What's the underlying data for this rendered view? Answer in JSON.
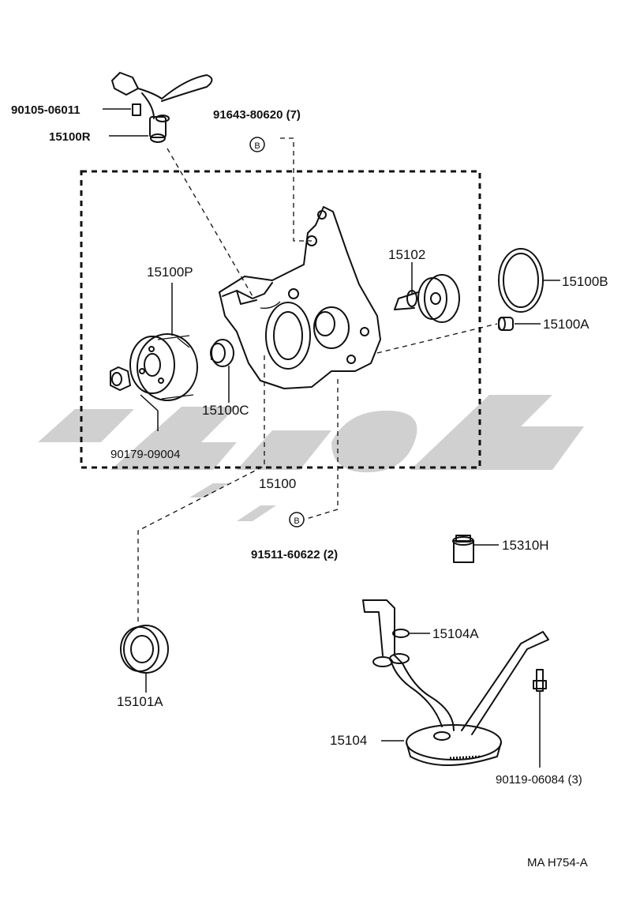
{
  "diagram": {
    "parts": {
      "p90105": "90105-06011",
      "p15100R": "15100R",
      "p91643": "91643-80620 (7)",
      "p15102": "15102",
      "p15100P": "15100P",
      "p15100B": "15100B",
      "p15100A": "15100A",
      "p15100C": "15100C",
      "p90179": "90179-09004",
      "p15100": "15100",
      "p91511": "91511-60622 (2)",
      "p15310H": "15310H",
      "p15104A": "15104A",
      "p15101A": "15101A",
      "p15104": "15104",
      "p90119": "90119-06084 (3)"
    },
    "marker_b": "B",
    "reference": "MA  H754-A"
  }
}
